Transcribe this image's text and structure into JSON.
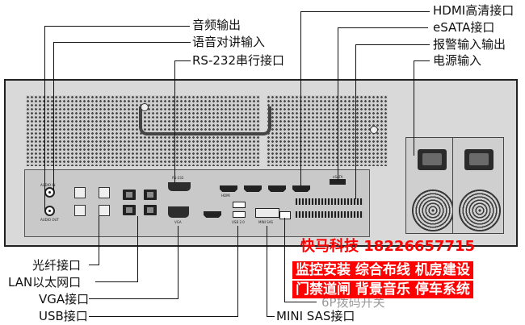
{
  "labels": {
    "audio_out": "音频输出",
    "talkback_in": "语音对讲输入",
    "rs232": "RS-232串行接口",
    "hdmi": "HDMI高清接口",
    "esata": "eSATA接口",
    "alarm_io": "报警输入输出",
    "power_in": "电源输入",
    "fiber": "光纤接口",
    "lan": "LAN以太网口",
    "vga": "VGA接口",
    "usb": "USB接口",
    "mini_sas": "MINI SAS接口",
    "dip_switch": "6P拨码开关"
  },
  "panel_text": {
    "rs232": "RS-232",
    "vga": "VGA",
    "hdmi": "HDMI",
    "esata": "eSATA",
    "mini_sas": "MINI SAS",
    "usb": "USB 2.0",
    "audio_out": "AUDIO OUT",
    "audio_in": "AUDIO IN"
  },
  "ad": {
    "company_phone": "快马科技 18226657715",
    "services_line1": "监控安装 综合布线 机房建设",
    "services_line2": "门禁道闸 背景音乐 停车系统"
  },
  "colors": {
    "ad_red": "#ff0000",
    "line": "#111111"
  }
}
